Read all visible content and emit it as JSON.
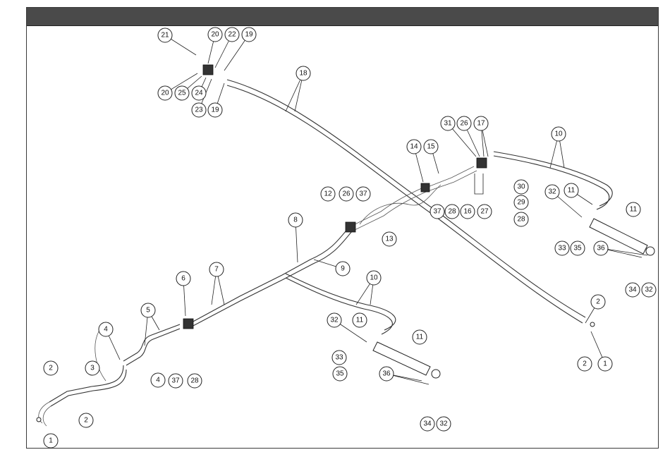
{
  "header": {
    "title": ""
  },
  "callouts": [
    {
      "label": "21"
    },
    {
      "label": "20"
    },
    {
      "label": "22"
    },
    {
      "label": "19"
    },
    {
      "label": "20"
    },
    {
      "label": "25"
    },
    {
      "label": "24"
    },
    {
      "label": "23"
    },
    {
      "label": "19"
    },
    {
      "label": "18"
    },
    {
      "label": "31"
    },
    {
      "label": "26"
    },
    {
      "label": "17"
    },
    {
      "label": "14"
    },
    {
      "label": "15"
    },
    {
      "label": "30"
    },
    {
      "label": "29"
    },
    {
      "label": "28"
    },
    {
      "label": "27"
    },
    {
      "label": "16"
    },
    {
      "label": "28"
    },
    {
      "label": "37"
    },
    {
      "label": "10"
    },
    {
      "label": "32"
    },
    {
      "label": "11"
    },
    {
      "label": "11"
    },
    {
      "label": "33"
    },
    {
      "label": "35"
    },
    {
      "label": "36"
    },
    {
      "label": "34"
    },
    {
      "label": "32"
    },
    {
      "label": "12"
    },
    {
      "label": "26"
    },
    {
      "label": "37"
    },
    {
      "label": "13"
    },
    {
      "label": "8"
    },
    {
      "label": "9"
    },
    {
      "label": "7"
    },
    {
      "label": "6"
    },
    {
      "label": "5"
    },
    {
      "label": "4"
    },
    {
      "label": "4"
    },
    {
      "label": "37"
    },
    {
      "label": "28"
    },
    {
      "label": "3"
    },
    {
      "label": "2"
    },
    {
      "label": "2"
    },
    {
      "label": "1"
    },
    {
      "label": "10"
    },
    {
      "label": "32"
    },
    {
      "label": "11"
    },
    {
      "label": "11"
    },
    {
      "label": "33"
    },
    {
      "label": "35"
    },
    {
      "label": "36"
    },
    {
      "label": "34"
    },
    {
      "label": "32"
    },
    {
      "label": "2"
    },
    {
      "label": "2"
    },
    {
      "label": "1"
    }
  ]
}
